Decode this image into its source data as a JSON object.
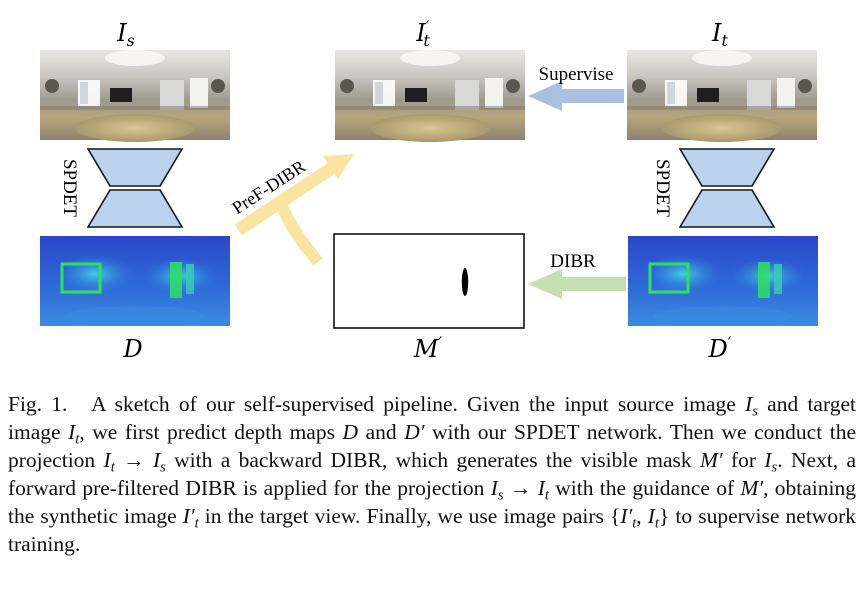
{
  "figure": {
    "labels": {
      "is_base": "I",
      "is_sub": "s",
      "itp_base": "I",
      "itp_sup": "′",
      "itp_sub": "t",
      "it_base": "I",
      "it_sub": "t",
      "d": "D",
      "mp_base": "M",
      "mp_sup": "′",
      "dp_base": "D",
      "dp_sup": "′"
    },
    "network_label": "SPDET",
    "arrows": {
      "supervise": "Supervise",
      "dibr": "DIBR",
      "pref_dibr": "PreF-DIBR"
    },
    "colors": {
      "supervise_arrow": "#a9c0e3",
      "dibr_arrow": "#c4dfb1",
      "pref_arrow": "#fbe3a0",
      "network_fill": "#b9d2ee",
      "depth_base": "#2f5bd0",
      "depth_highlight": "#2fe060"
    }
  },
  "caption": {
    "fig_label": "Fig. 1.",
    "parts": [
      "A sketch of our self-supervised pipeline. Given the input source image ",
      " and target image ",
      ", we first predict depth maps ",
      " and ",
      " with our SPDET network. Then we conduct the projection ",
      " with a backward DIBR, which generates the visible mask ",
      " for ",
      ". Next, a forward pre-filtered DIBR is applied for the projection ",
      " with the guidance of ",
      ", obtaining the synthetic image ",
      " in the target view. Finally, we use image pairs ",
      " to supervise network training."
    ],
    "math": {
      "is": "I",
      "is_sub": "s",
      "it": "I",
      "it_sub": "t",
      "d": "D",
      "dp": "D′",
      "proj1": "I",
      "proj1_sub": "t",
      "proj1_arrow": " → ",
      "proj1_to": "I",
      "proj1_to_sub": "s",
      "mp": "M′",
      "is2": "I",
      "is2_sub": "s",
      "proj2": "I",
      "proj2_sub": "s",
      "proj2_arrow": " → ",
      "proj2_to": "I",
      "proj2_to_sub": "t",
      "mp2": "M′",
      "itp": "I′",
      "itp_sub": "t",
      "pair_open": "{",
      "pair_a": "I′",
      "pair_a_sub": "t",
      "pair_sep": ", ",
      "pair_b": "I",
      "pair_b_sub": "t",
      "pair_close": "}"
    }
  }
}
